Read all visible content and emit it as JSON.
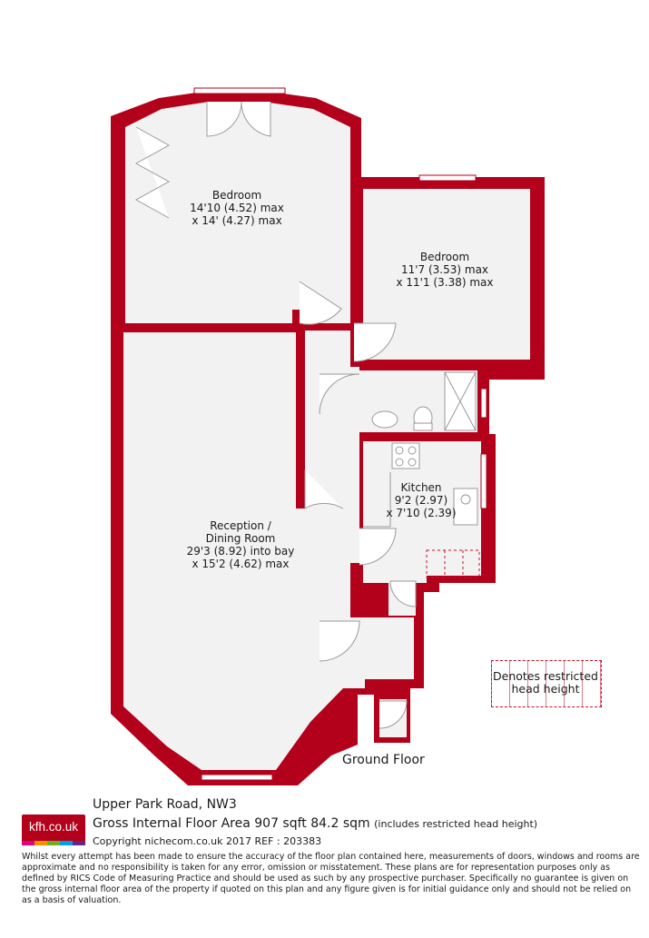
{
  "colors": {
    "wall": "#b3001b",
    "floor": "#f2f2f2",
    "fixture": "#999999",
    "text": "#1a1a1a"
  },
  "rooms": {
    "bedroom1": {
      "name": "Bedroom",
      "dim1": "14'10 (4.52) max",
      "dim2": "x 14' (4.27) max"
    },
    "bedroom2": {
      "name": "Bedroom",
      "dim1": "11'7 (3.53) max",
      "dim2": "x 11'1 (3.38) max"
    },
    "kitchen": {
      "name": "Kitchen",
      "dim1": "9'2 (2.97)",
      "dim2": "x 7'10 (2.39)"
    },
    "reception": {
      "name1": "Reception /",
      "name2": "Dining Room",
      "dim1": "29'3 (8.92) into bay",
      "dim2": "x 15'2 (4.62) max"
    }
  },
  "floor_label": "Ground Floor",
  "legend": {
    "line1": "Denotes restricted",
    "line2": "head height"
  },
  "footer": {
    "logo_text": "kfh.co.uk",
    "logo_stripe_colors": [
      "#e5007e",
      "#f39200",
      "#6ab023",
      "#009fe3",
      "#662483"
    ],
    "address": "Upper Park Road, NW3",
    "area_main": "Gross Internal Floor Area 907 sqft 84.2 sqm",
    "area_note": "(includes restricted head height)",
    "copyright": "Copyright nichecom.co.uk 2017 REF : 203383",
    "disclaimer": "Whilst every attempt has been made to ensure the accuracy of the floor plan contained here, measurements of doors, windows and rooms are approximate and no responsibility is taken for any error, omission or misstatement. These plans are for representation purposes only as defined by RICS Code of Measuring Practice and should be used as such by any prospective purchaser. Specifically no guarantee is given on the gross internal floor area of the property if quoted on this plan and any figure given is for initial guidance only and should not be relied on as a basis of valuation."
  }
}
